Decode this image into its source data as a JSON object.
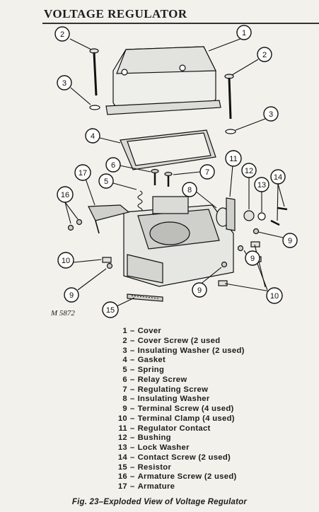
{
  "page": {
    "title": "VOLTAGE REGULATOR",
    "plate_code": "M 5872",
    "caption": "Fig. 23–Exploded View of Voltage Regulator"
  },
  "callouts": [
    "1",
    "2",
    "2",
    "3",
    "3",
    "4",
    "5",
    "6",
    "7",
    "8",
    "9",
    "9",
    "9",
    "9",
    "10",
    "10",
    "11",
    "12",
    "13",
    "14",
    "15",
    "16",
    "17"
  ],
  "legend": [
    {
      "num": "1",
      "text": "Cover"
    },
    {
      "num": "2",
      "text": "Cover Screw (2 used"
    },
    {
      "num": "3",
      "text": "Insulating Washer (2 used)"
    },
    {
      "num": "4",
      "text": "Gasket"
    },
    {
      "num": "5",
      "text": "Spring"
    },
    {
      "num": "6",
      "text": "Relay Screw"
    },
    {
      "num": "7",
      "text": "Regulating Screw"
    },
    {
      "num": "8",
      "text": "Insulating Washer"
    },
    {
      "num": "9",
      "text": "Terminal Screw (4 used)"
    },
    {
      "num": "10",
      "text": "Terminal Clamp (4 used)"
    },
    {
      "num": "11",
      "text": "Regulator Contact"
    },
    {
      "num": "12",
      "text": "Bushing"
    },
    {
      "num": "13",
      "text": "Lock Washer"
    },
    {
      "num": "14",
      "text": "Contact Screw (2 used)"
    },
    {
      "num": "15",
      "text": "Resistor"
    },
    {
      "num": "16",
      "text": "Armature Screw (2 used)"
    },
    {
      "num": "17",
      "text": "Armature"
    }
  ]
}
